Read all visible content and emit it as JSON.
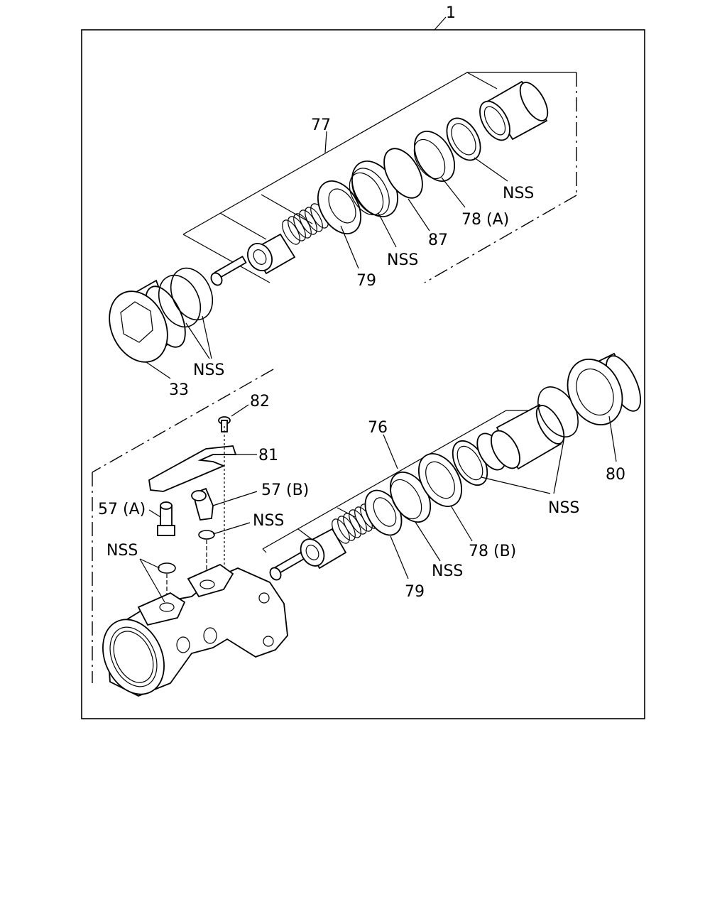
{
  "labels": {
    "assembly": "1",
    "upper_valve": "77",
    "plug": "33",
    "nss_plug": "NSS",
    "spring_seat_upper": "79",
    "nss_upper_1": "NSS",
    "ring_87": "87",
    "seal_78a": "78 (A)",
    "nss_upper_2": "NSS",
    "screw_82": "82",
    "plate_81": "81",
    "fitting_57b": "57 (B)",
    "fitting_57a": "57 (A)",
    "nss_oring_b": "NSS",
    "nss_oring_a": "NSS",
    "lower_valve": "76",
    "nss_lower_right": "NSS",
    "cap_80": "80",
    "seal_78b": "78 (B)",
    "nss_lower_1": "NSS",
    "spring_seat_lower": "79"
  }
}
